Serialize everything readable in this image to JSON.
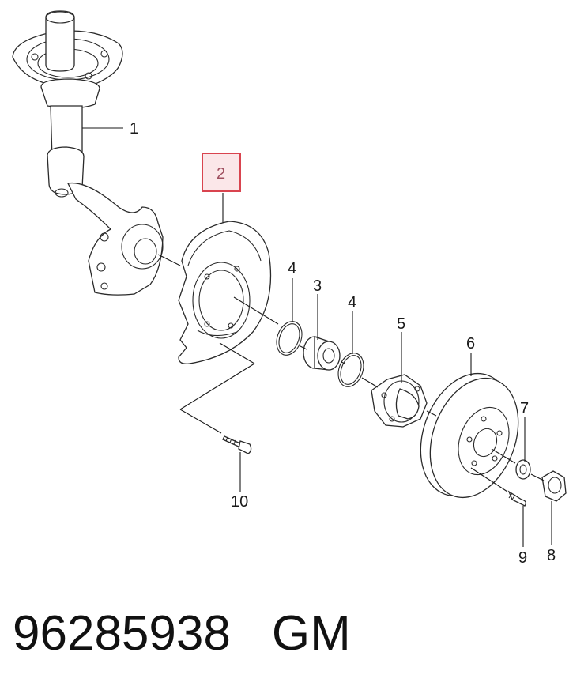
{
  "diagram": {
    "callouts": {
      "c1": "1",
      "c2": "2",
      "c3": "3",
      "c4a": "4",
      "c4b": "4",
      "c5": "5",
      "c6": "6",
      "c7": "7",
      "c8": "8",
      "c9": "9",
      "c10": "10"
    },
    "highlighted_callout": "2",
    "highlight_color": "#d9444f",
    "highlight_fill": "#fbe7e9"
  },
  "footer": {
    "part_number": "96285938",
    "brand": "GM"
  }
}
